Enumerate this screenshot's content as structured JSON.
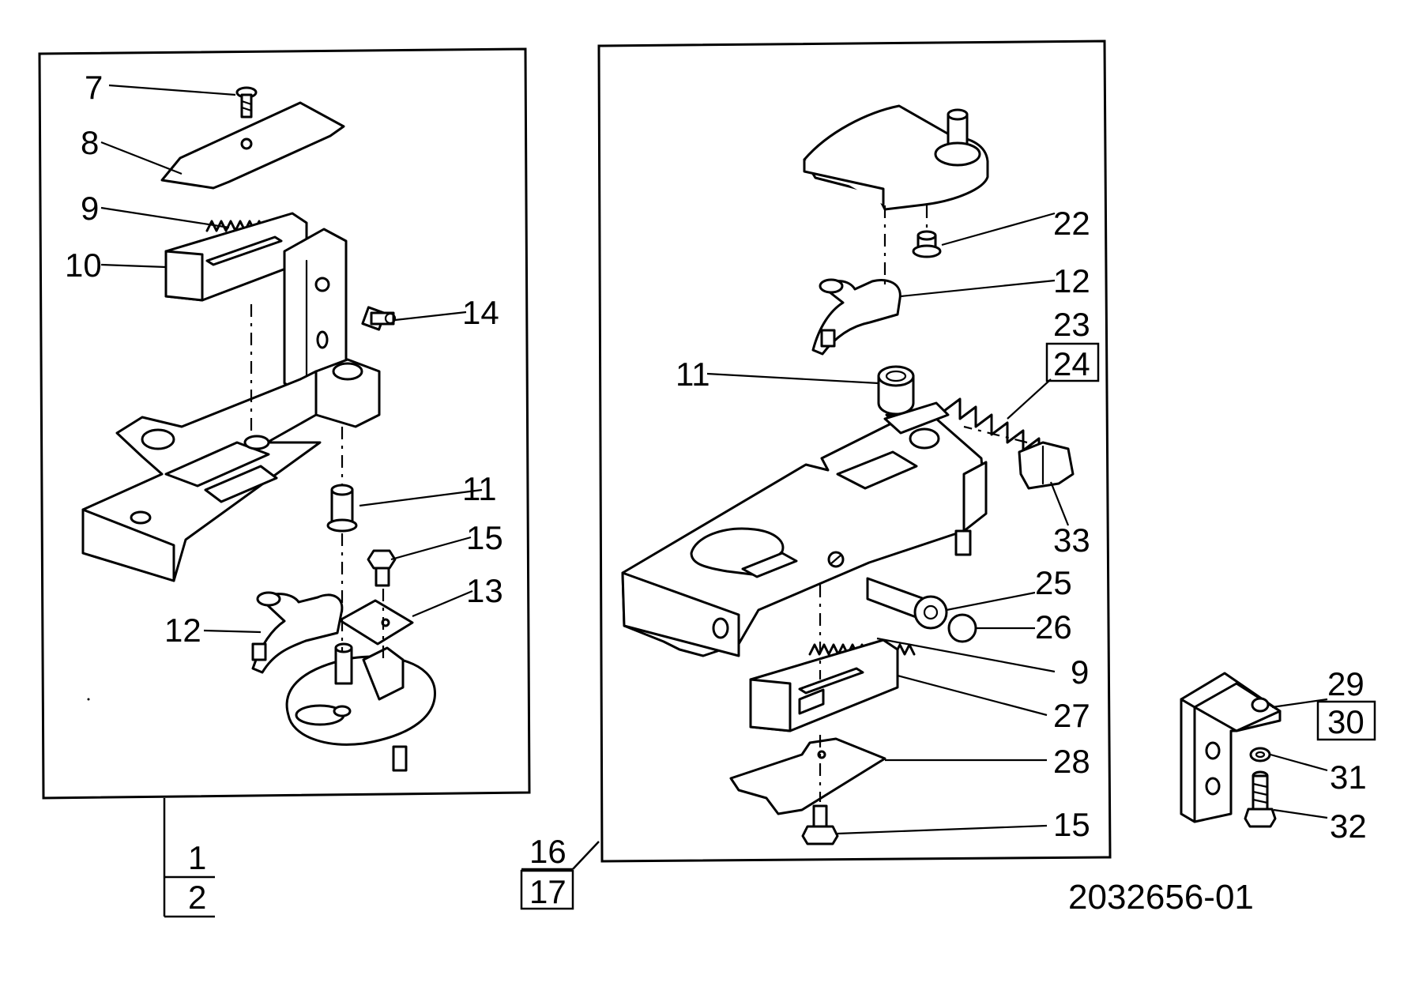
{
  "diagram": {
    "drawing_number": "2032656-01",
    "left_assembly": {
      "labels": [
        "7",
        "8",
        "9",
        "10",
        "14",
        "11",
        "15",
        "13",
        "12"
      ],
      "group_numbers": [
        "1",
        "2"
      ]
    },
    "center_assembly": {
      "labels": [
        "22",
        "12",
        "23",
        "24",
        "11",
        "33",
        "25",
        "26",
        "9",
        "27",
        "28",
        "15"
      ],
      "group_numbers": [
        "16",
        "17"
      ]
    },
    "right_part": {
      "labels": [
        "29",
        "30",
        "31",
        "32"
      ]
    }
  }
}
